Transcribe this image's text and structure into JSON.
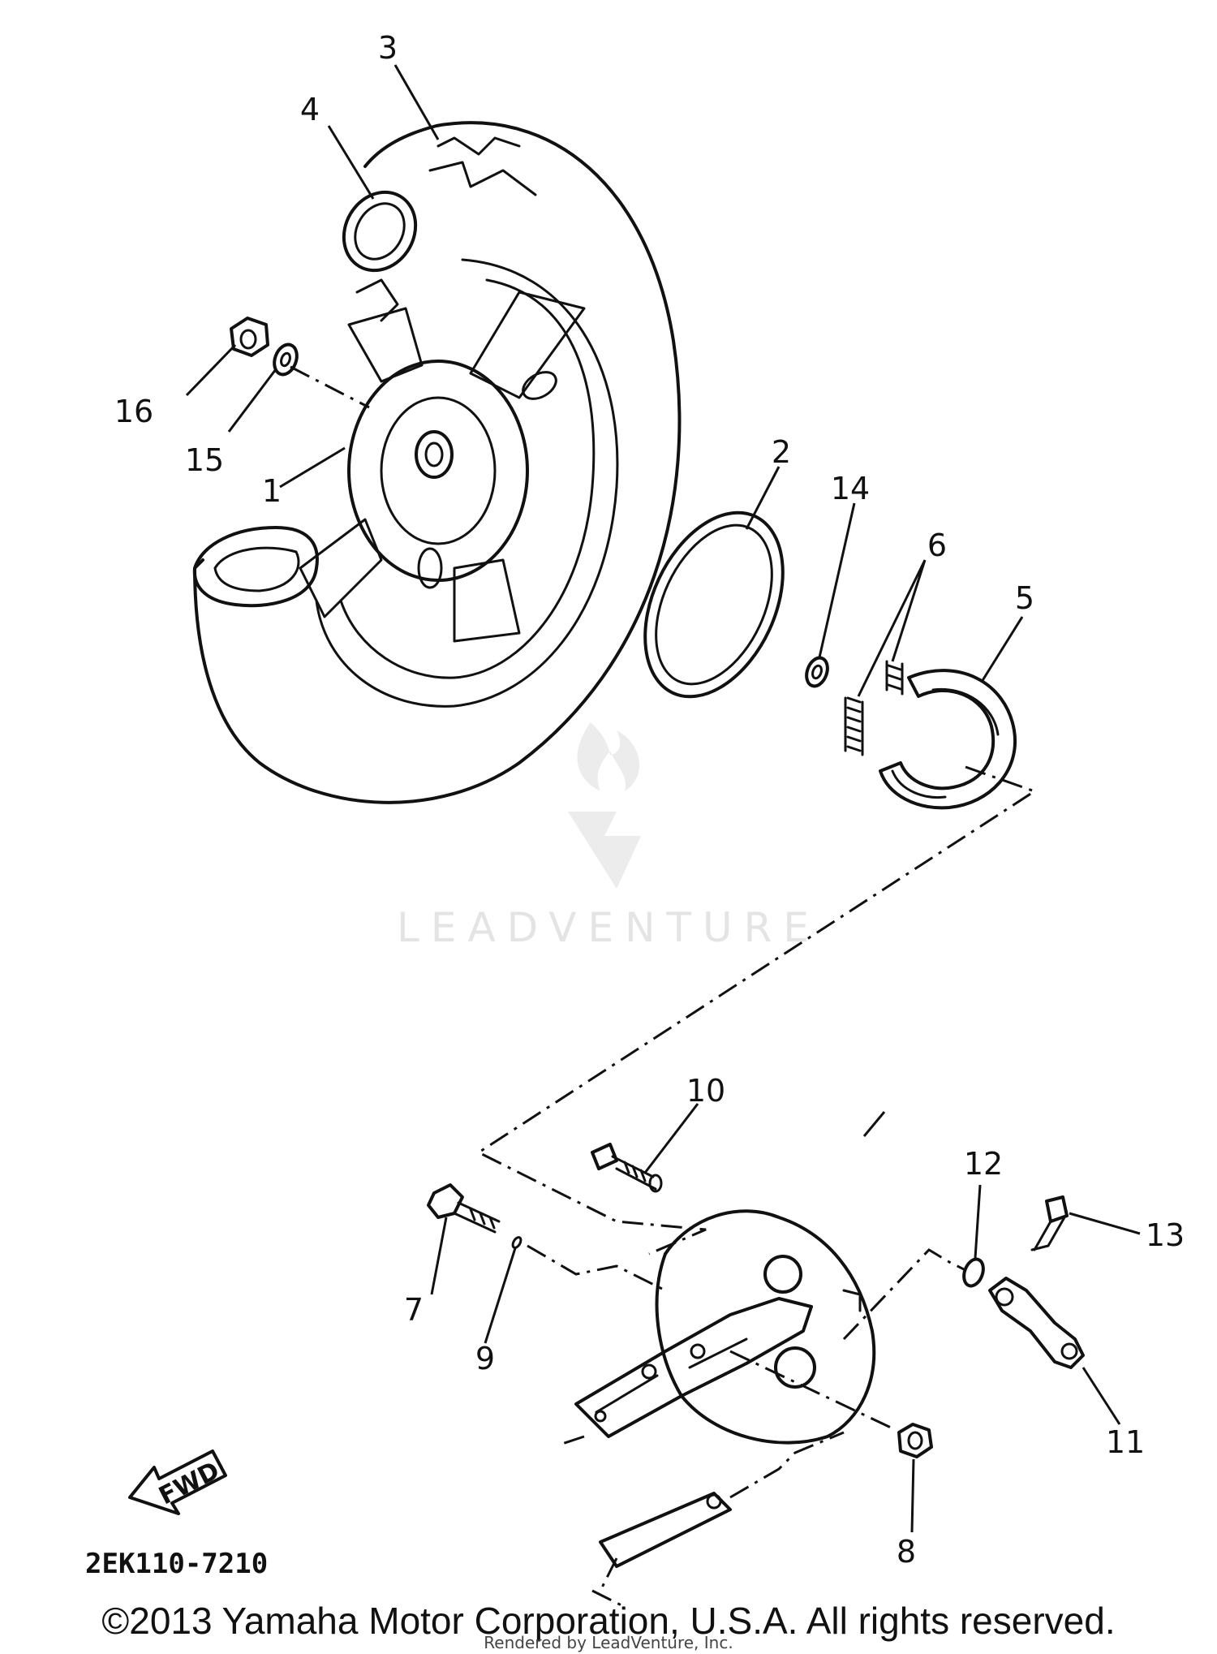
{
  "callouts": {
    "p1": "1",
    "p2": "2",
    "p3": "3",
    "p4": "4",
    "p5": "5",
    "p6": "6",
    "p7": "7",
    "p8": "8",
    "p9": "9",
    "p10": "10",
    "p11": "11",
    "p12": "12",
    "p13": "13",
    "p14": "14",
    "p15": "15",
    "p16": "16"
  },
  "fwd_label": "FWD",
  "diagram_code": "2EK110-7210",
  "watermark": "LEADVENTURE",
  "copyright": "©2013 Yamaha Motor Corporation, U.S.A. All rights reserved.",
  "rendered_by": "Rendered by LeadVenture, Inc.",
  "colors": {
    "ink": "#111111",
    "watermark": "#e4e4e4",
    "background": "#ffffff"
  }
}
